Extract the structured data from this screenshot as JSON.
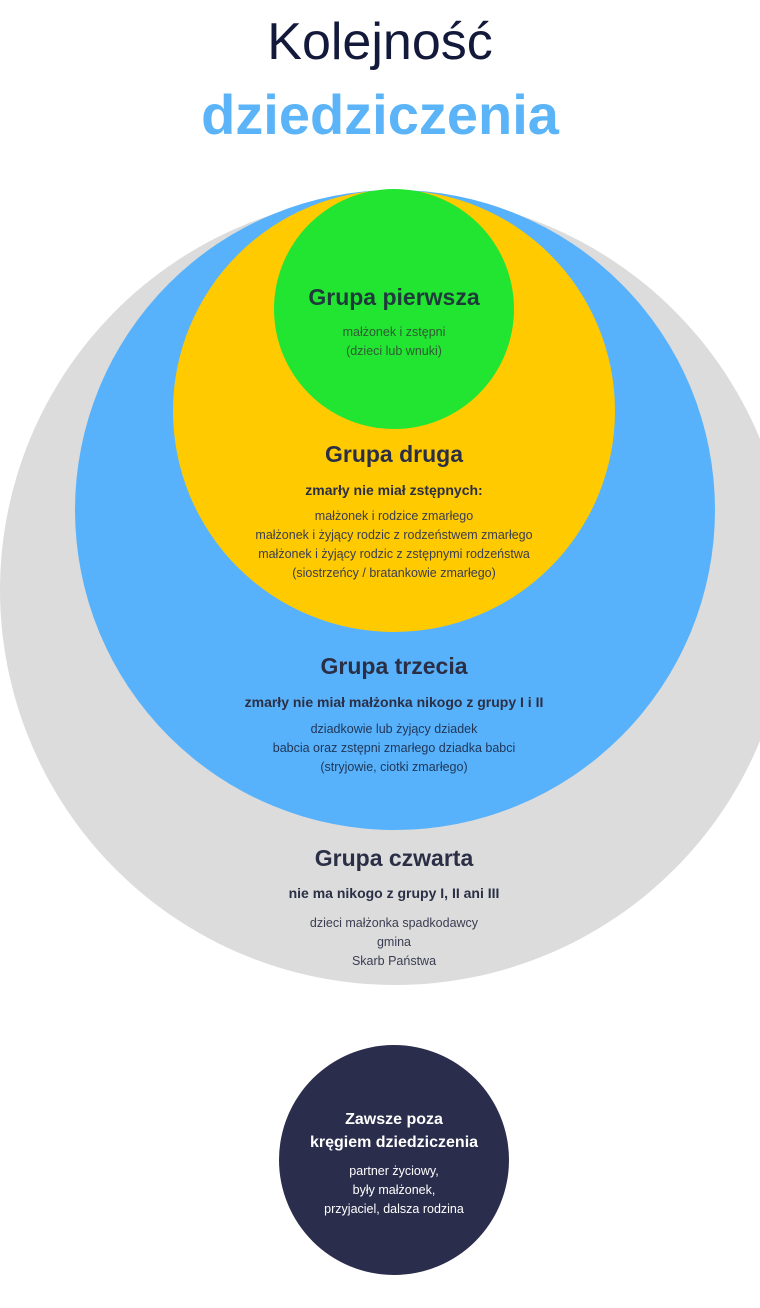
{
  "title": {
    "line1": "Kolejność",
    "line2": "dziedziczenia"
  },
  "colors": {
    "title_dark": "#13193a",
    "title_blue": "#5ab4f7",
    "group4": "#dcdcdc",
    "group3": "#58b2fb",
    "group2": "#ffca00",
    "group1": "#22e532",
    "outside": "#2a2d4b"
  },
  "groups": [
    {
      "heading": "Grupa pierwsza",
      "lines": [
        "małżonek i zstępni",
        "(dzieci lub wnuki)"
      ]
    },
    {
      "heading": "Grupa druga",
      "condition": "zmarły nie miał zstępnych:",
      "lines": [
        "małżonek i rodzice zmarłego",
        "małżonek i żyjący rodzic z rodzeństwem zmarłego",
        "małżonek i żyjący rodzic z zstępnymi rodzeństwa",
        "(siostrzeńcy / bratankowie zmarłego)"
      ]
    },
    {
      "heading": "Grupa trzecia",
      "condition": "zmarły nie miał małżonka nikogo z grupy I i II",
      "lines": [
        "dziadkowie lub żyjący dziadek",
        "babcia oraz zstępni zmarłego dziadka babci",
        "(stryjowie, ciotki zmarłego)"
      ]
    },
    {
      "heading": "Grupa czwarta",
      "condition": "nie ma nikogo z grupy I, II ani III",
      "lines": [
        "dzieci małżonka spadkodawcy",
        "gmina",
        "Skarb Państwa"
      ]
    }
  ],
  "outside": {
    "heading_line1": "Zawsze poza",
    "heading_line2": "kręgiem dziedziczenia",
    "lines": [
      "partner życiowy,",
      "były małżonek,",
      "przyjaciel, dalsza rodzina"
    ]
  }
}
